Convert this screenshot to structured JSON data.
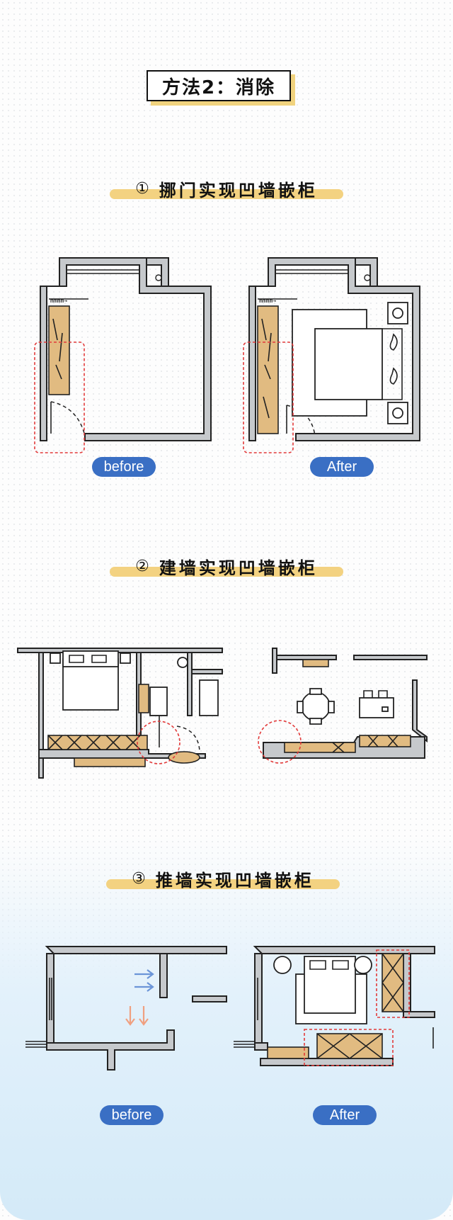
{
  "title": "方法2：消除",
  "sections": [
    {
      "num": "①",
      "heading": "挪门实现凹墙嵌柜",
      "before_label": "before",
      "after_label": "After"
    },
    {
      "num": "②",
      "heading": "建墙实现凹墙嵌柜"
    },
    {
      "num": "③",
      "heading": "推墙实现凹墙嵌柜",
      "before_label": "before",
      "after_label": "After"
    }
  ],
  "colors": {
    "cabinet": "#e1bb81",
    "wall": "#c6c9cc",
    "highlight": "#e23a3a",
    "label_pill": "#3a6fc4",
    "heading_bar": "#f3d281",
    "arrow_blue": "#6b95d8",
    "arrow_pink": "#f0a080"
  }
}
